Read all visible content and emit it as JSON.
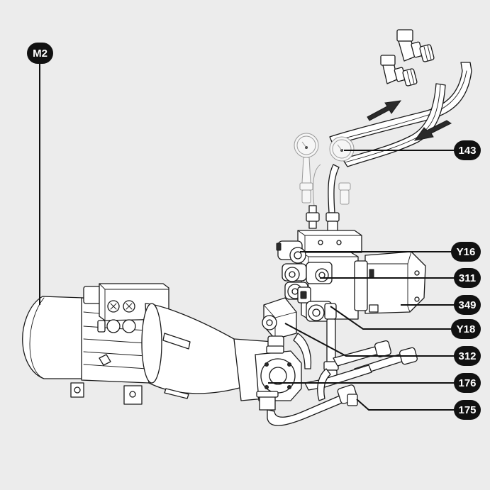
{
  "diagram": {
    "background": "#ececec",
    "badge_color": "#111111",
    "badge_text_color": "#ffffff",
    "labels": {
      "m2": "M2",
      "l143": "143",
      "y16": "Y16",
      "l311": "311",
      "l349": "349",
      "y18": "Y18",
      "l312": "312",
      "l176": "176",
      "l175": "175"
    },
    "flow_arrows": [
      "arrow-right-up-icon",
      "arrow-left-down-icon"
    ]
  }
}
